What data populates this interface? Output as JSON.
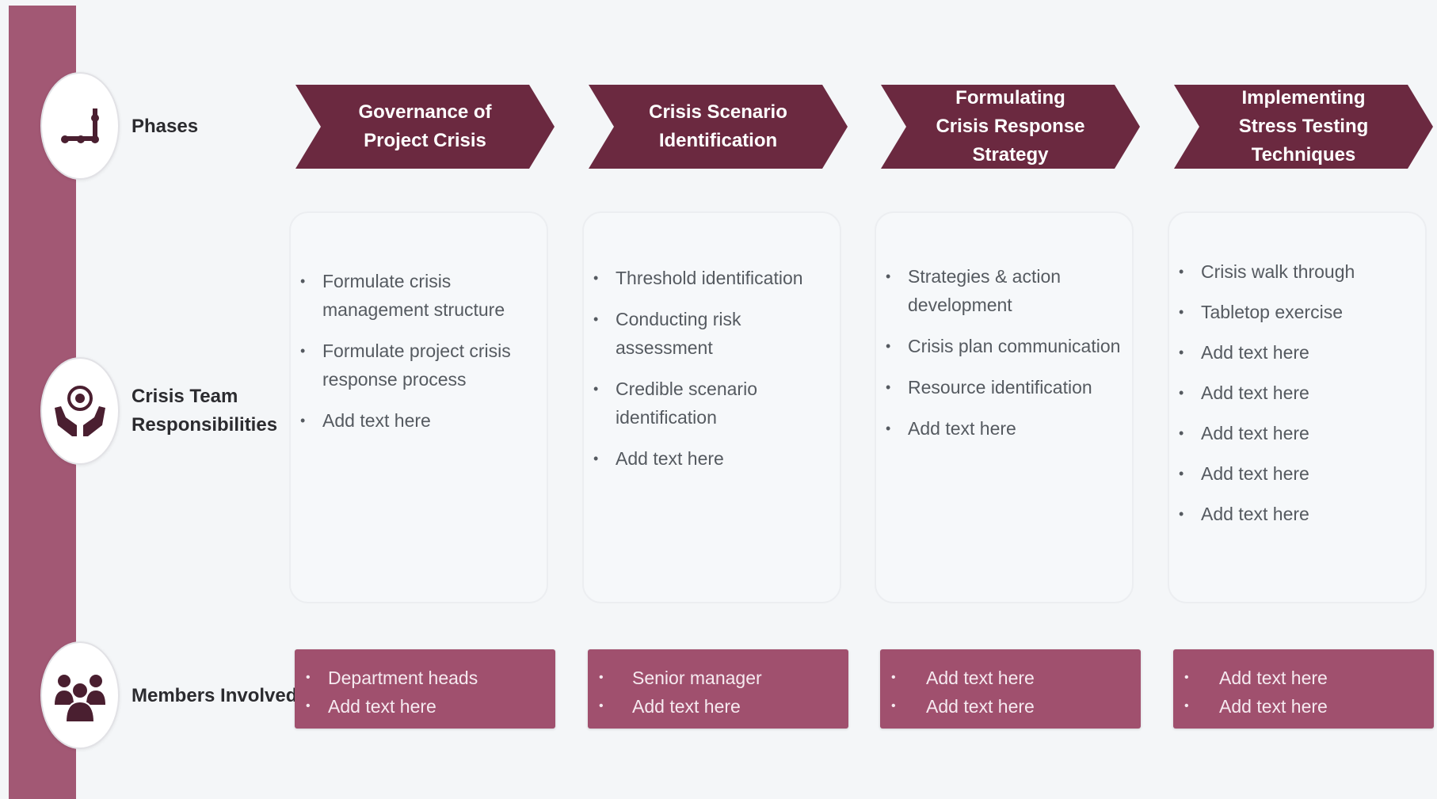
{
  "colors": {
    "side_bar": "#a25874",
    "phase_arrow": "#6b2940",
    "member_box": "#a0506e",
    "card_bg": "#f6f8fa",
    "page_bg": "#f4f6f8"
  },
  "rows": {
    "phases": {
      "label": "Phases",
      "icon": "steps-path-icon"
    },
    "responsibilities": {
      "label": "Crisis Team\nResponsibilities",
      "icon": "hands-target-icon"
    },
    "members": {
      "label": "Members Involved",
      "icon": "team-group-icon"
    }
  },
  "phases": [
    {
      "title": "Governance of Project Crisis",
      "responsibilities": [
        "Formulate crisis management structure",
        "Formulate project crisis response process",
        "Add text here"
      ],
      "members": [
        "Department heads",
        "Add text here"
      ]
    },
    {
      "title": "Crisis Scenario Identification",
      "responsibilities": [
        "Threshold identification",
        "Conducting risk assessment",
        "Credible scenario identification",
        "Add text here"
      ],
      "members": [
        "Senior manager",
        "Add text here"
      ]
    },
    {
      "title": "Formulating Crisis Response Strategy",
      "responsibilities": [
        "Strategies & action development",
        "Crisis plan communication",
        "Resource identification",
        "Add text here"
      ],
      "members": [
        "Add text here",
        "Add text here"
      ]
    },
    {
      "title": "Implementing Stress Testing Techniques",
      "responsibilities": [
        "Crisis walk through",
        "Tabletop exercise",
        "Add text here",
        "Add text here",
        "Add text here",
        "Add text here",
        "Add text here"
      ],
      "members": [
        "Add text here",
        "Add text here"
      ]
    }
  ]
}
